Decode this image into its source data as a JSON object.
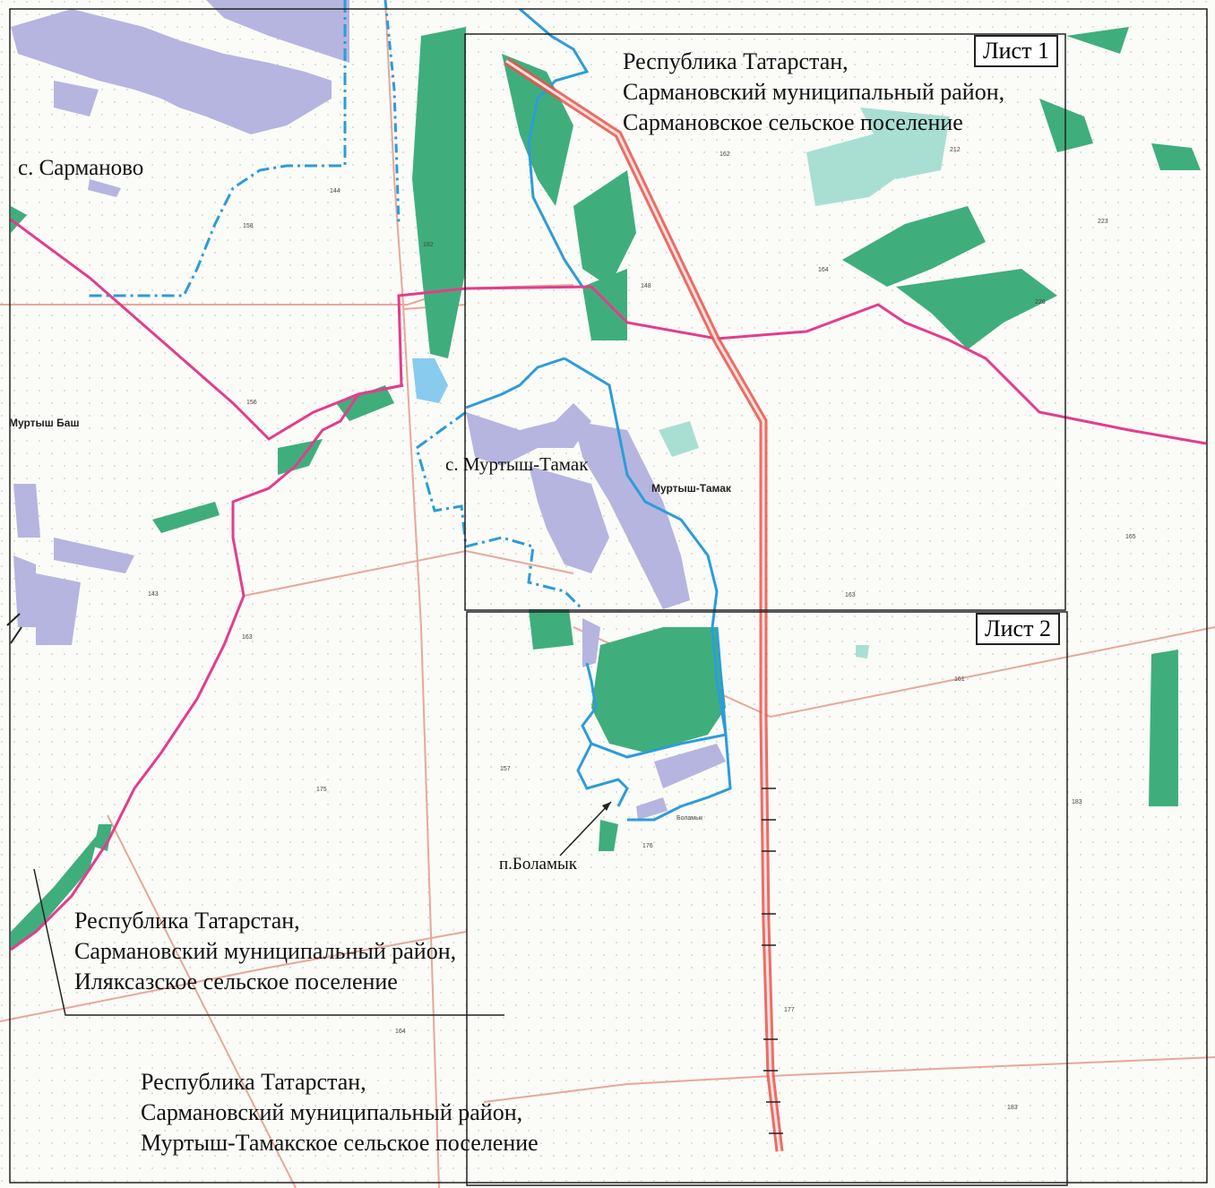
{
  "colors": {
    "background": "#fbfbf8",
    "forest": "#3fae7c",
    "forest_light": "#a9dfd3",
    "settlement_blocks": "#b5b5e0",
    "settlement_boundary": "#2d9cd8",
    "district_boundary": "#e23d8c",
    "pipeline": "#e8534a",
    "roads": "#e6a89a",
    "water": "#88cbee",
    "frame": "#222222"
  },
  "sheets": {
    "sheet1": "Лист 1",
    "sheet2": "Лист 2"
  },
  "regions": {
    "sarmanovskoe": "Республика Татарстан,\nСармановский муниципальный район,\nСармановское сельское поселение",
    "ilyaksazskoe": "Республика Татарстан,\nСармановский муниципальный район,\nИляксазское сельское поселение",
    "murtysh_tamakskoe": "Республика Татарстан,\nСармановский муниципальный район,\nМуртыш-Тамакское сельское поселение"
  },
  "places": {
    "sarmanovo": "с. Сарманово",
    "murtysh_tamak_village": "с. Муртыш-Тамак",
    "murtysh_tamak_map": "Муртыш-Тамак",
    "murtysh_bash": "Муртыш Баш",
    "bolamyk": "п.Боламык",
    "bolamyk_map": "Боламык"
  },
  "elevations": [
    "162",
    "144",
    "158",
    "182",
    "148",
    "164",
    "212",
    "223",
    "226",
    "156",
    "143",
    "163",
    "175",
    "157",
    "176",
    "161",
    "183",
    "165",
    "164",
    "177",
    "163",
    "183"
  ]
}
